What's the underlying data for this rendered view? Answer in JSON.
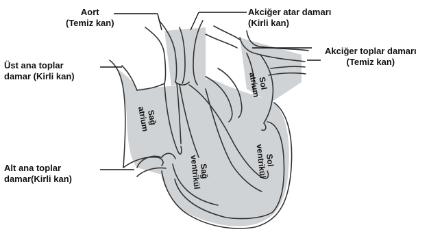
{
  "colors": {
    "outline": "#333333",
    "fill": "#cfd3d6",
    "line": "#111111"
  },
  "labels": {
    "aort": {
      "line1": "Aort",
      "line2": "(Temiz kan)"
    },
    "akciger_atar": {
      "line1": "Akciğer atar damarı",
      "line2": "(Kirli kan)"
    },
    "akciger_toplar": {
      "line1": "Akciğer toplar damarı",
      "line2": "(Temiz kan)"
    },
    "ust_ana": {
      "line1": "Üst ana toplar",
      "line2": "damar (Kirli kan)"
    },
    "alt_ana": {
      "line1": "Alt ana toplar",
      "line2": "damar(Kirli kan)"
    }
  },
  "chambers": {
    "sag_atrium": {
      "line1": "Sağ",
      "line2": "atrium"
    },
    "sol_atrium": {
      "line1": "Sol",
      "line2": "atrium"
    },
    "sag_ventrikul": {
      "line1": "Sağ",
      "line2": "ventrikül"
    },
    "sol_ventrikul": {
      "line1": "Sol",
      "line2": "ventrikül"
    }
  }
}
